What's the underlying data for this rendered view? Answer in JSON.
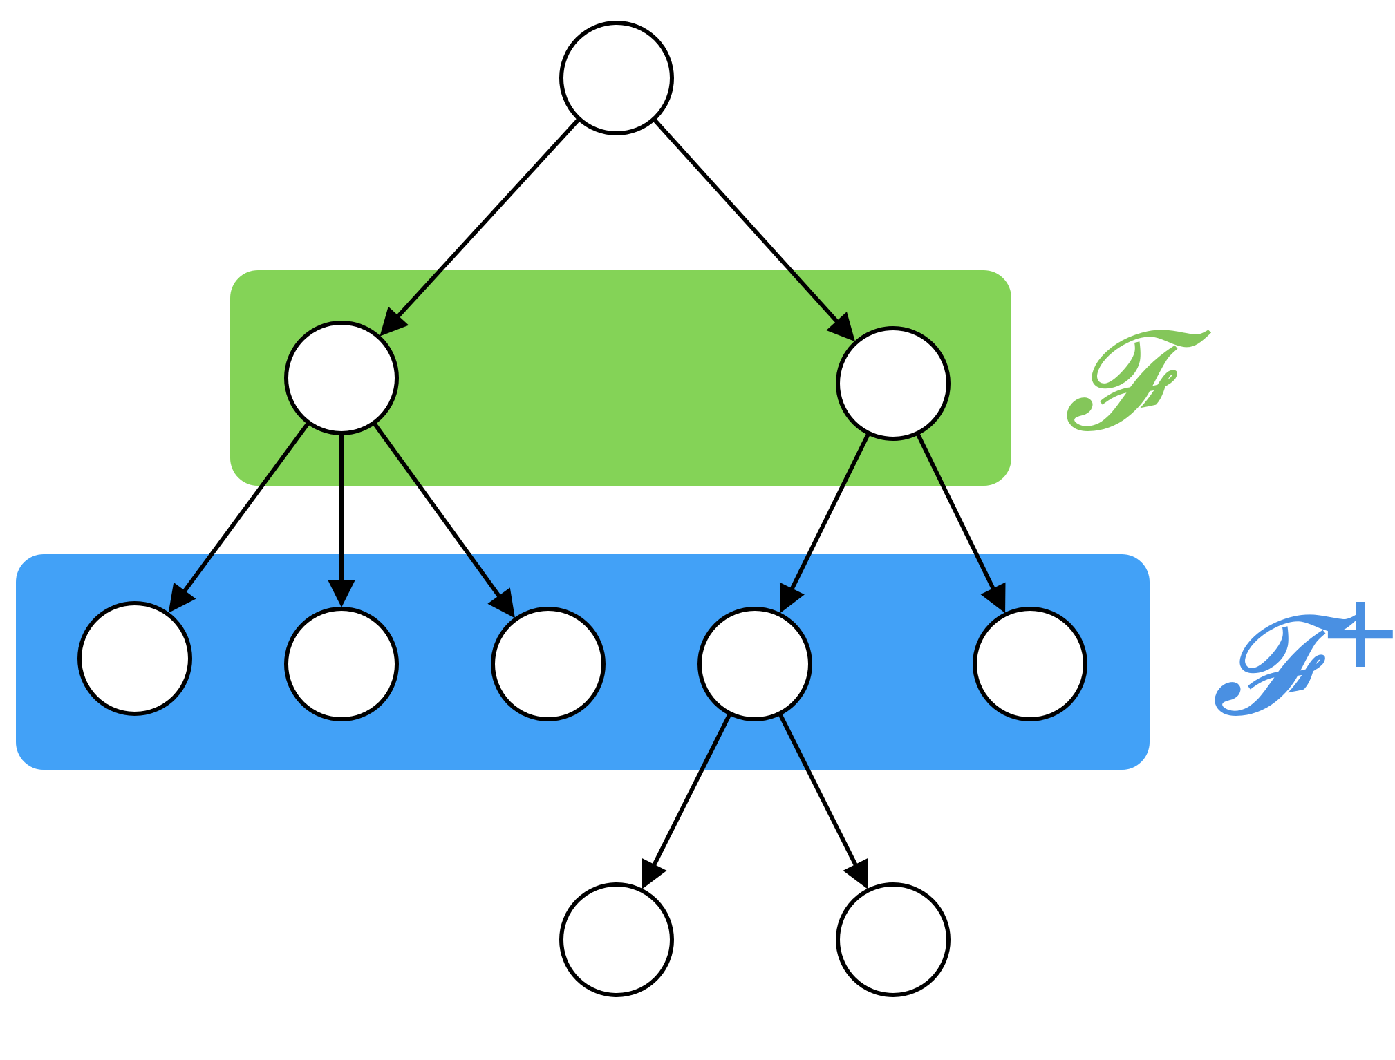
{
  "colors": {
    "frontier_region": "#84D357",
    "frontier_label": "#84C65A",
    "expanded_region": "#42A1F7",
    "expanded_label": "#4A90E2",
    "node_fill": "#FFFFFF",
    "node_stroke": "#000000",
    "edge": "#000000"
  },
  "regions": [
    {
      "id": "frontier",
      "label_main": "𝓕",
      "label_sup": ""
    },
    {
      "id": "expanded",
      "label_main": "𝓕",
      "label_sup": "+"
    }
  ],
  "nodes": [
    {
      "id": "root",
      "group": "none"
    },
    {
      "id": "f-left",
      "group": "frontier"
    },
    {
      "id": "f-right",
      "group": "frontier"
    },
    {
      "id": "e1",
      "group": "expanded"
    },
    {
      "id": "e2",
      "group": "expanded"
    },
    {
      "id": "e3",
      "group": "expanded"
    },
    {
      "id": "e4",
      "group": "expanded"
    },
    {
      "id": "e5",
      "group": "expanded"
    },
    {
      "id": "leaf-1",
      "group": "none"
    },
    {
      "id": "leaf-2",
      "group": "none"
    }
  ],
  "edges": [
    {
      "from": "root",
      "to": "f-left"
    },
    {
      "from": "root",
      "to": "f-right"
    },
    {
      "from": "f-left",
      "to": "e1"
    },
    {
      "from": "f-left",
      "to": "e2"
    },
    {
      "from": "f-left",
      "to": "e3"
    },
    {
      "from": "f-right",
      "to": "e4"
    },
    {
      "from": "f-right",
      "to": "e5"
    },
    {
      "from": "e4",
      "to": "leaf-1"
    },
    {
      "from": "e4",
      "to": "leaf-2"
    }
  ]
}
